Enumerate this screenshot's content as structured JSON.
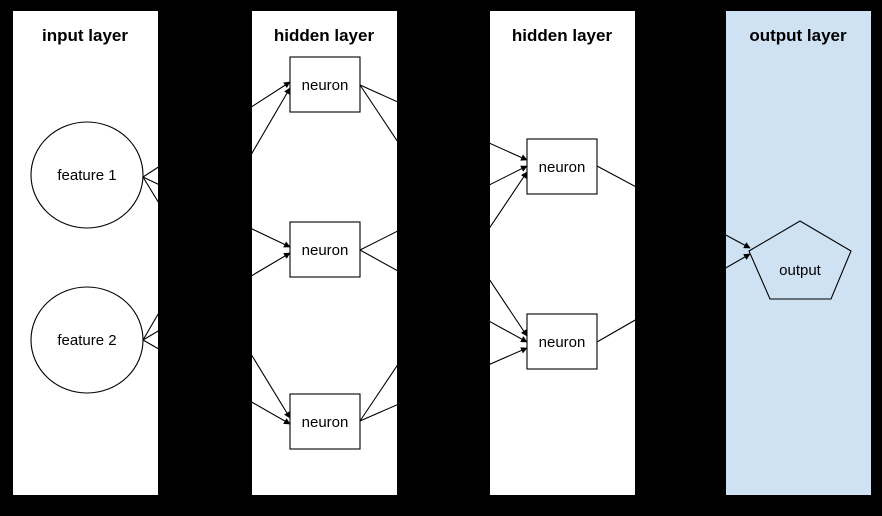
{
  "diagram": {
    "type": "neural-network",
    "background_color": "#000000",
    "stroke_color": "#000000",
    "panels": [
      {
        "id": "input-layer",
        "title": "input layer",
        "fill": "#ffffff"
      },
      {
        "id": "hidden-layer-1",
        "title": "hidden layer",
        "fill": "#ffffff"
      },
      {
        "id": "hidden-layer-2",
        "title": "hidden layer",
        "fill": "#ffffff"
      },
      {
        "id": "output-layer",
        "title": "output layer",
        "fill": "#cfe2f3"
      }
    ],
    "nodes": [
      {
        "id": "feature1",
        "layer": "input-layer",
        "shape": "circle",
        "label": "feature 1"
      },
      {
        "id": "feature2",
        "layer": "input-layer",
        "shape": "circle",
        "label": "feature 2"
      },
      {
        "id": "h1n1",
        "layer": "hidden-layer-1",
        "shape": "rect",
        "label": "neuron"
      },
      {
        "id": "h1n2",
        "layer": "hidden-layer-1",
        "shape": "rect",
        "label": "neuron"
      },
      {
        "id": "h1n3",
        "layer": "hidden-layer-1",
        "shape": "rect",
        "label": "neuron"
      },
      {
        "id": "h2n1",
        "layer": "hidden-layer-2",
        "shape": "rect",
        "label": "neuron"
      },
      {
        "id": "h2n2",
        "layer": "hidden-layer-2",
        "shape": "rect",
        "label": "neuron"
      },
      {
        "id": "output",
        "layer": "output-layer",
        "shape": "pentagon",
        "label": "output"
      }
    ],
    "edges": [
      {
        "from": "feature1",
        "to": "h1n1"
      },
      {
        "from": "feature2",
        "to": "h1n1"
      },
      {
        "from": "feature1",
        "to": "h1n2"
      },
      {
        "from": "feature2",
        "to": "h1n2"
      },
      {
        "from": "feature1",
        "to": "h1n3"
      },
      {
        "from": "feature2",
        "to": "h1n3"
      },
      {
        "from": "h1n1",
        "to": "h2n1"
      },
      {
        "from": "h1n2",
        "to": "h2n1"
      },
      {
        "from": "h1n3",
        "to": "h2n1"
      },
      {
        "from": "h1n1",
        "to": "h2n2"
      },
      {
        "from": "h1n2",
        "to": "h2n2"
      },
      {
        "from": "h1n3",
        "to": "h2n2"
      },
      {
        "from": "h2n1",
        "to": "output"
      },
      {
        "from": "h2n2",
        "to": "output"
      }
    ]
  }
}
